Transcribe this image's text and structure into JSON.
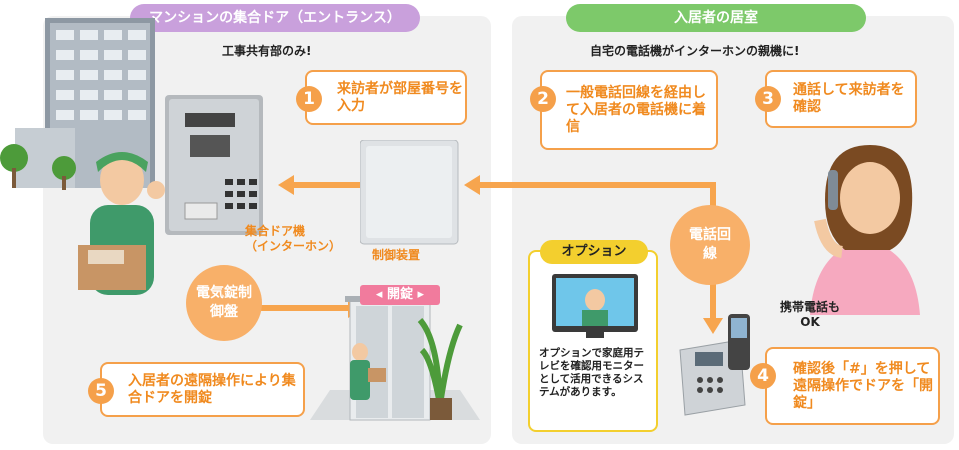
{
  "left": {
    "header": "マンションの集合ドア（エントランス）",
    "subtitle": "工事共有部のみ!",
    "step1": {
      "num": "1",
      "text": "来訪者が部屋番号を入力"
    },
    "step5": {
      "num": "5",
      "text": "入居者の遠隔操作により集合ドアを開錠"
    },
    "intercom_label_1": "集合ドア機",
    "intercom_label_2": "（インターホン）",
    "controller_label": "制御装置",
    "lock_panel": "電気錠制御盤",
    "unlock_sign": "開錠"
  },
  "right": {
    "header": "入居者の居室",
    "subtitle": "自宅の電話機がインターホンの親機に!",
    "step2": {
      "num": "2",
      "text": "一般電話回線を経由して入居者の電話機に着信"
    },
    "step3": {
      "num": "3",
      "text": "通話して来訪者を確認"
    },
    "step4": {
      "num": "4",
      "text": "確認後「#」を押して遠隔操作でドアを「開錠」"
    },
    "phone_line": "電話回線",
    "mobile_ok_1": "携帯電話も",
    "mobile_ok_2": "OK",
    "option": {
      "title": "オプション",
      "text": "オプションで家庭用テレビを確認用モニターとして活用できるシステムがあります。"
    }
  },
  "colors": {
    "left_header": "#c9a0dc",
    "right_header": "#7dc96a",
    "accent": "#f5a04a"
  }
}
